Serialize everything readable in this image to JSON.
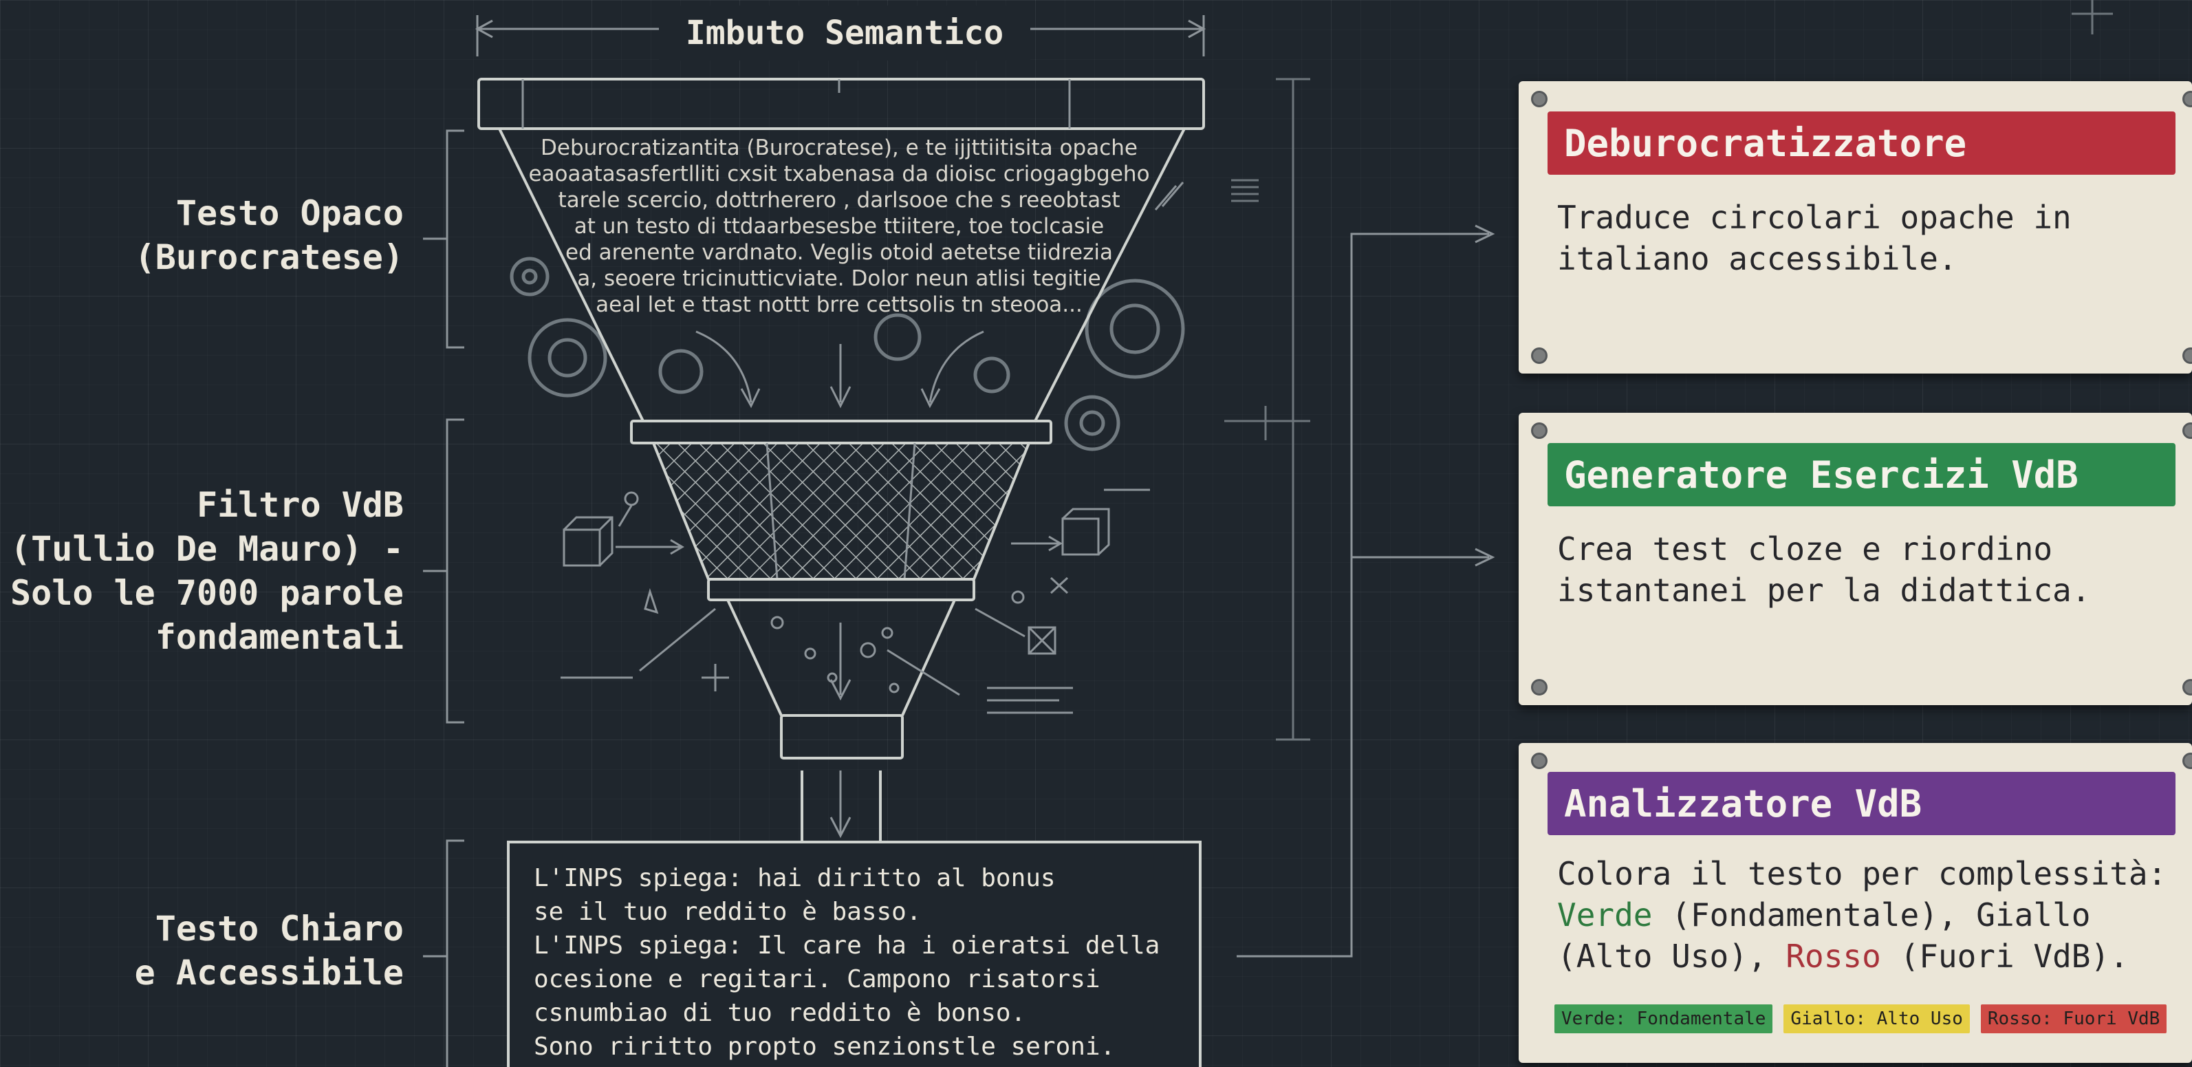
{
  "diagram": {
    "title": "Imbuto Semantico",
    "labels": {
      "opaque": [
        "Testo Opaco",
        "(Burocratese)"
      ],
      "filter": [
        "Filtro VdB",
        "(Tullio De Mauro) -",
        "Solo le 7000 parole",
        "fondamentali"
      ],
      "clear": [
        "Testo Chiaro",
        "e Accessibile"
      ]
    },
    "opaque_text": [
      "Deburocratizantita  (Burocratese),  e  te ijjttiitisita  opache",
      "eaoaatasasfertlliti cxsit txabenasa da dioisc criogagbgeho",
      "tarele scercio, dottrherero  ,  darlsooe che s reeobtast",
      "at un testo di ttdaarbesesbe ttiitere, toe toclcasie",
      "ed arenente vardnato. Veglis otoid aetetse tiidrezia",
      "a, seoere tricinutticviate.  Dolor neun atlisi tegitie",
      "aeal let e ttast nottt brre cettsolis tn steooa..."
    ],
    "output_text": [
      "L'INPS spiega: hai diritto al bonus",
      "se il tuo reddito è basso.",
      "L'INPS spiega: Il care ha i oieratsi della",
      "ocesione e regitari. Campono risatorsi",
      "csnumbiao di tuo reddito è bonso.",
      "Sono riritto propto senzionstle seroni."
    ]
  },
  "cards": [
    {
      "title": "Deburocratizzatore",
      "color": "#b8303d",
      "desc": [
        "Traduce circolari opache in",
        "italiano accessibile."
      ]
    },
    {
      "title": "Generatore Esercizi VdB",
      "color": "#2d8a4e",
      "desc": [
        "Crea test cloze e riordino",
        "istantanei per la didattica."
      ]
    },
    {
      "title": "Analizzatore VdB",
      "color": "#6b3a8c",
      "desc_line1": "Colora il testo per complessità:",
      "desc_line2_a": "Verde",
      "desc_line2_b": " (Fondamentale), Giallo",
      "desc_line3_a": "(Alto Uso), ",
      "desc_line3_b": "Rosso",
      "desc_line3_c": " (Fuori VdB).",
      "green_color": "#2d7a3e",
      "red_color": "#a8323a",
      "legend": [
        {
          "text": "Verde: Fondamentale",
          "color": "#3e9d55"
        },
        {
          "text": "Giallo: Alto Uso",
          "color": "#e6cf45"
        },
        {
          "text": "Rosso: Fuori VdB",
          "color": "#cf4b45"
        }
      ]
    }
  ]
}
